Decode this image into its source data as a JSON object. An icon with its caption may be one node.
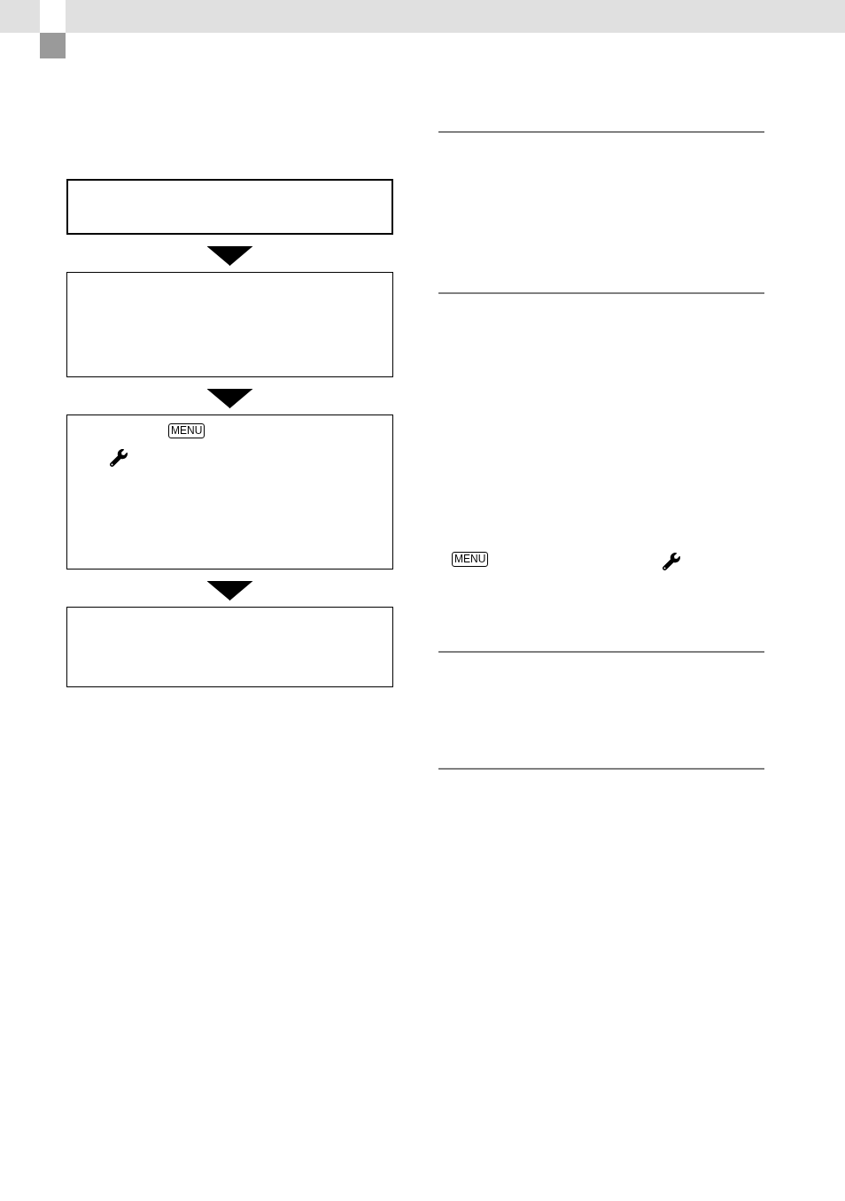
{
  "diagram": {
    "nodes": [
      {
        "text": [],
        "shape": "box"
      },
      {
        "text": [],
        "shape": "box"
      },
      {
        "text": [
          "MENU"
        ]
      },
      {
        "text": [],
        "shape": "box"
      }
    ],
    "edges": [
      {
        "from": 0,
        "to": 1,
        "arrow": "to"
      },
      {
        "from": 1,
        "to": 2,
        "arrow": "to"
      },
      {
        "from": 2,
        "to": 3,
        "arrow": "to"
      }
    ],
    "labels": [
      "MENU"
    ]
  }
}
